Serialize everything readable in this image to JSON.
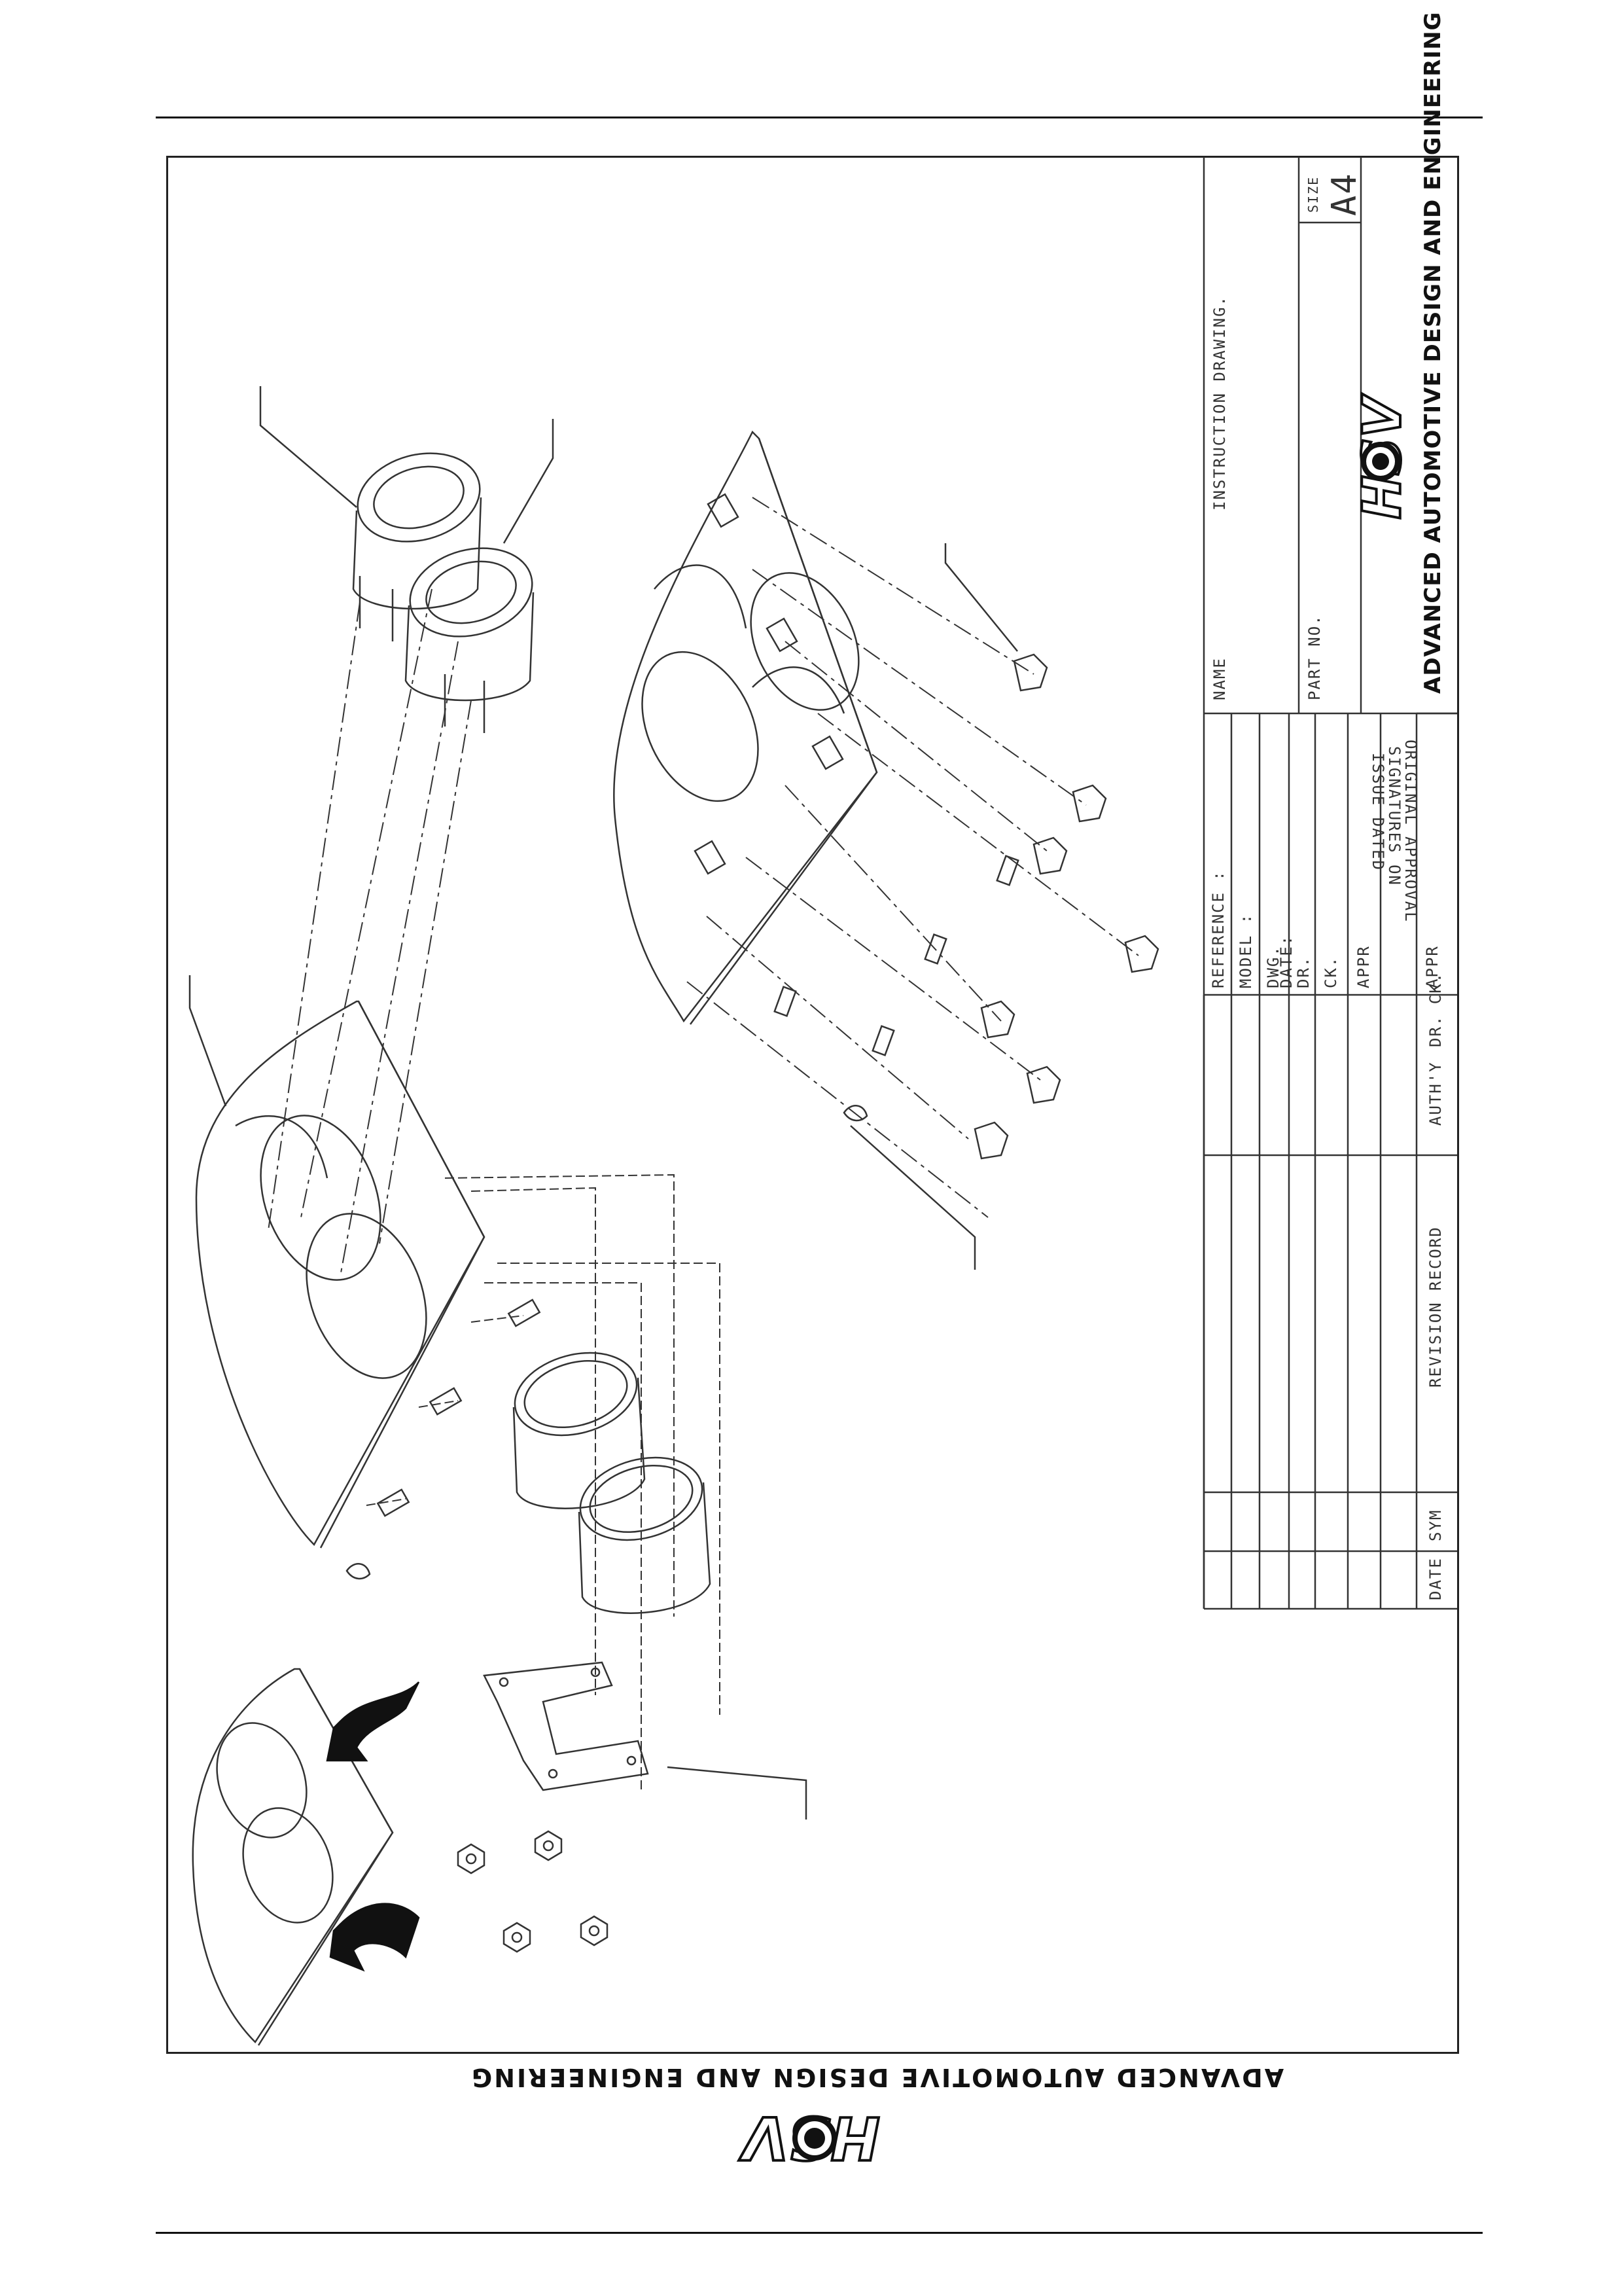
{
  "title_block": {
    "name_label": "NAME",
    "instruction": "INSTRUCTION DRAWING.",
    "part_no_label": "PART NO.",
    "size_label": "SIZE",
    "size_value": "A4",
    "company": "ADVANCED AUTOMOTIVE DESIGN AND ENGINEERING",
    "brand": "HSV",
    "reference_label": "REFERENCE :",
    "model_label": "MODEL :",
    "dwg_label": "DWG.",
    "date_label": "DATE:",
    "dr_label": "DR.",
    "ck_label": "CK.",
    "appr_label": "APPR",
    "appr2_label": "APPR",
    "original_approval": "ORIGINAL APPROVAL",
    "signatures_on": "SIGNATURES ON",
    "issue_dated": "ISSUE DATED",
    "revision": {
      "date": "DATE",
      "sym": "SYM",
      "record": "REVISION RECORD",
      "authy": "AUTH'Y",
      "dr_ck": "DR. CK."
    }
  },
  "footer": {
    "company": "ADVANCED AUTOMOTIVE DESIGN AND ENGINEERING",
    "brand": "HSV"
  },
  "colors": {
    "ink": "#111111",
    "line": "#333333",
    "background": "#ffffff"
  }
}
